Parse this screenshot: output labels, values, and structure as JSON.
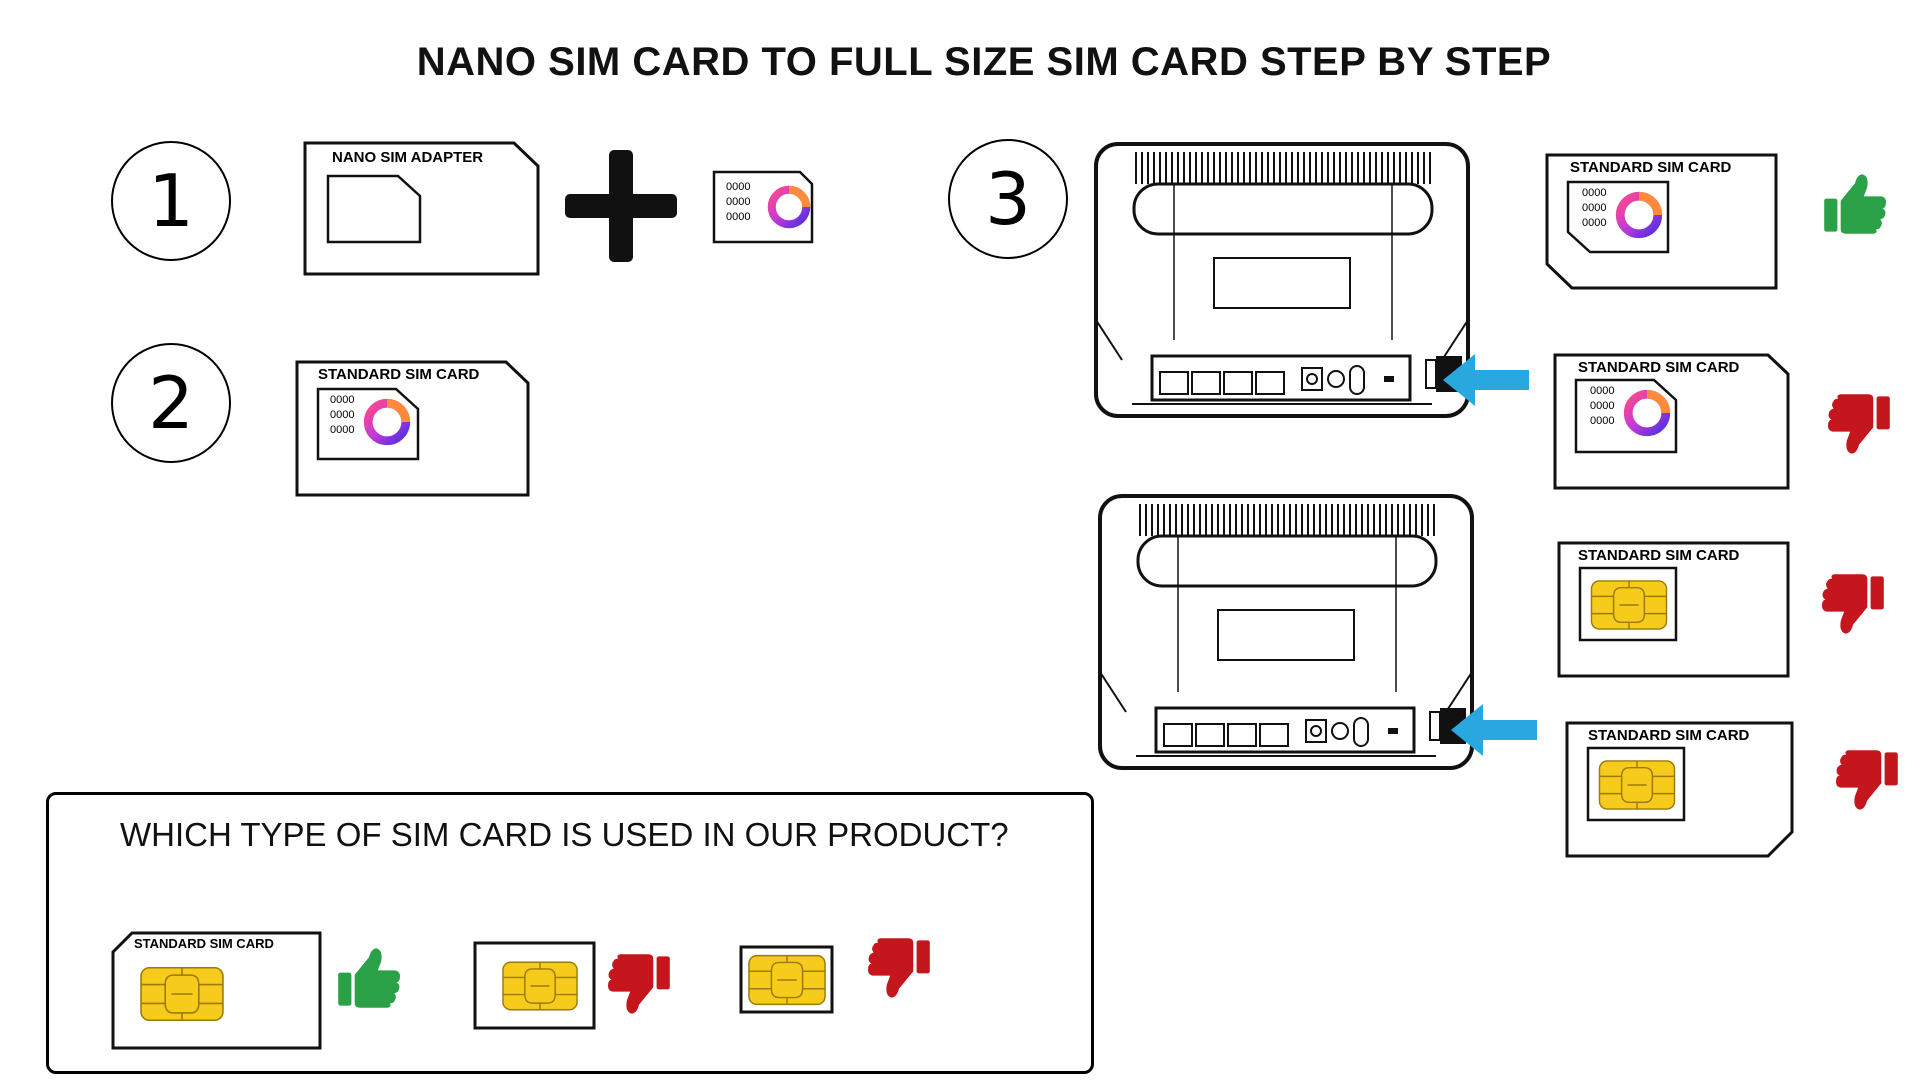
{
  "title": "NANO SIM CARD TO FULL SIZE SIM CARD STEP BY STEP",
  "steps": [
    {
      "number": "1"
    },
    {
      "number": "2"
    },
    {
      "number": "3"
    }
  ],
  "labels": {
    "nano_adapter": "NANO SIM ADAPTER",
    "standard_sim": "STANDARD SIM CARD",
    "digits": "0000"
  },
  "question": {
    "text": "WHICH TYPE OF SIM CARD IS USED IN OUR PRODUCT?"
  },
  "colors": {
    "thumbs_up": "#2aa147",
    "thumbs_down": "#c4161c",
    "arrow": "#29a8e0",
    "chip": "#f7cb1c",
    "logo_start": "#e8348a",
    "logo_end": "#5d2be0"
  },
  "icons": [
    "plus-icon",
    "thumbs-up-icon",
    "thumbs-down-icon",
    "arrow-left-icon",
    "router-icon",
    "sim-chip-icon",
    "logo-ring-icon"
  ]
}
